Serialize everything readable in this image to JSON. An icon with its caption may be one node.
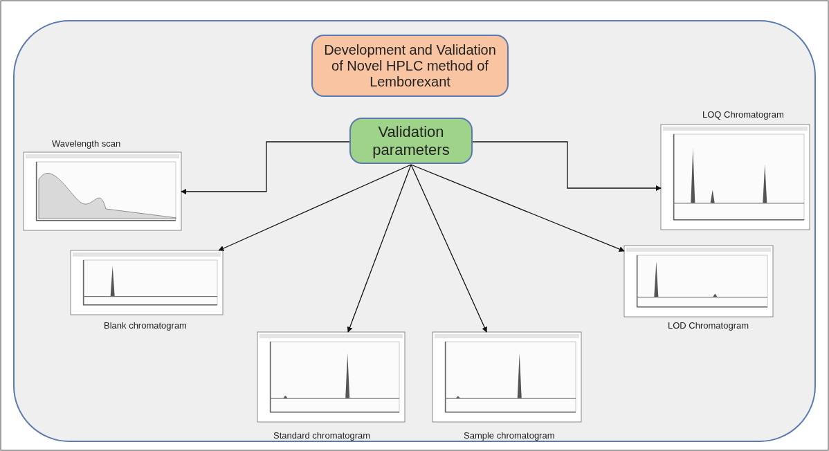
{
  "diagram": {
    "nodes": [
      {
        "text": [
          "Development and Validation of Novel HPLC method of Lemborexant"
        ]
      },
      {
        "text": [
          "Validation parameters"
        ]
      },
      {
        "text": [],
        "shape": "picture",
        "beside": [
          "Wavelength scan"
        ]
      },
      {
        "text": [],
        "shape": "picture",
        "beside": [
          "LOQ Chromatogram"
        ]
      },
      {
        "text": [],
        "shape": "picture",
        "beside": [
          "Blank chromatogram"
        ]
      },
      {
        "text": [],
        "shape": "picture",
        "beside": [
          "Standard chromatogram"
        ]
      },
      {
        "text": [],
        "shape": "picture",
        "beside": [
          "Sample chromatogram"
        ]
      },
      {
        "text": [],
        "shape": "picture",
        "beside": [
          "LOD Chromatogram"
        ]
      }
    ],
    "edges": [
      {
        "from": 1,
        "to": 2,
        "arrow": "to"
      },
      {
        "from": 1,
        "to": 3,
        "arrow": "to"
      },
      {
        "from": 1,
        "to": 4,
        "arrow": "to"
      },
      {
        "from": 1,
        "to": 5,
        "arrow": "to"
      },
      {
        "from": 1,
        "to": 6,
        "arrow": "to"
      },
      {
        "from": 1,
        "to": 7,
        "arrow": "to"
      }
    ]
  }
}
